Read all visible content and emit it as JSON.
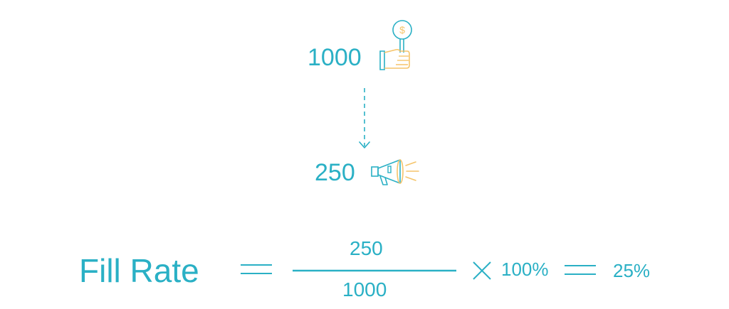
{
  "diagram": {
    "requests": "1000",
    "impressions": "250",
    "formula": {
      "label": "Fill Rate",
      "numerator": "250",
      "denominator": "1000",
      "multiplier": "100%",
      "result": "25%"
    },
    "icons": {
      "requests_icon": "hand-holding-coin-sign-icon",
      "impressions_icon": "megaphone-icon",
      "flow_icon": "dashed-down-arrow-icon"
    },
    "colors": {
      "primary": "#2ab0c5",
      "accent": "#f5c46a"
    }
  }
}
